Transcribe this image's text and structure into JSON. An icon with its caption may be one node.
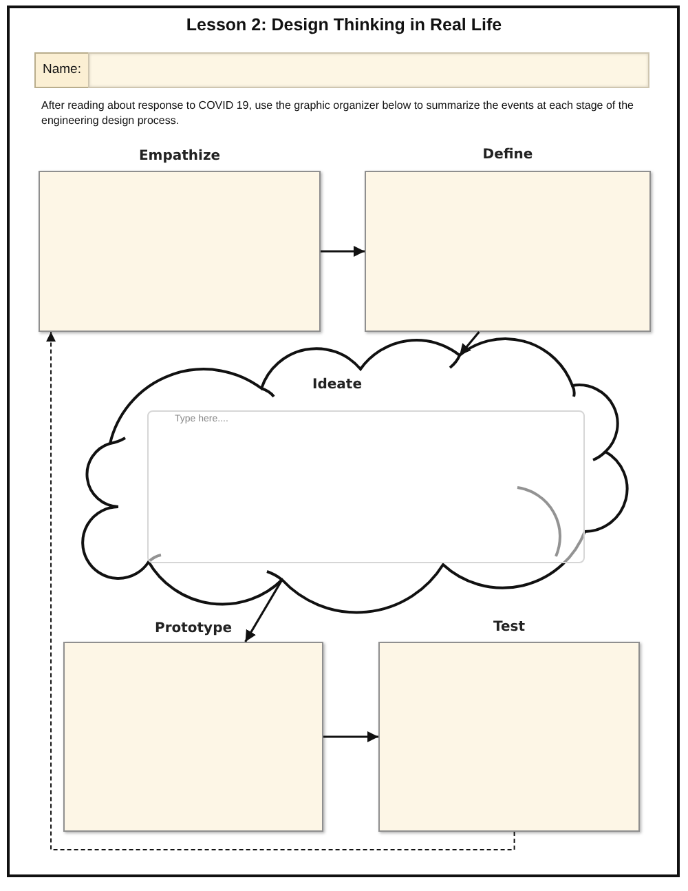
{
  "diagram": {
    "title": "Lesson 2: Design Thinking in Real Life",
    "nodes": [
      {
        "text": [
          "Empathize"
        ]
      },
      {
        "text": [
          "Define"
        ]
      },
      {
        "text": [
          "Ideate"
        ]
      },
      {
        "text": [
          "Type here...."
        ],
        "in": 2
      },
      {
        "text": [
          "Prototype"
        ]
      },
      {
        "text": [
          "Test"
        ]
      }
    ],
    "edges": [
      {
        "from": 0,
        "to": 1,
        "arrow": "to"
      },
      {
        "from": 1,
        "to": 2,
        "arrow": "to"
      },
      {
        "from": 2,
        "to": 4,
        "arrow": "to"
      },
      {
        "from": 4,
        "to": 5,
        "arrow": "to"
      },
      {
        "from": 5,
        "to": 0,
        "arrow": "to",
        "style": "dashed"
      }
    ],
    "labels": [
      "Name:",
      "After reading about response to COVID 19, use the graphic organizer below to summarize the events at each stage of the engineering design process."
    ]
  }
}
